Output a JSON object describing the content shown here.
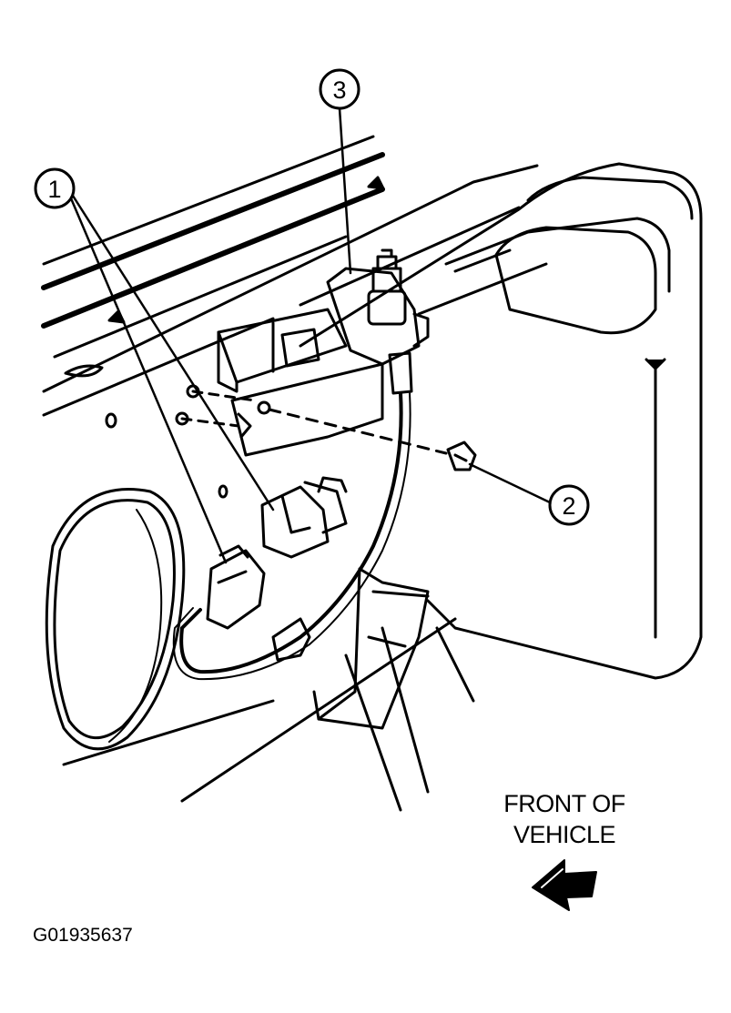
{
  "callouts": [
    {
      "number": "1"
    },
    {
      "number": "2"
    },
    {
      "number": "3"
    }
  ],
  "direction": {
    "line1": "FRONT OF",
    "line2": "VEHICLE"
  },
  "figure_id": "G01935637",
  "colors": {
    "ink": "#000000",
    "paper": "#ffffff"
  }
}
